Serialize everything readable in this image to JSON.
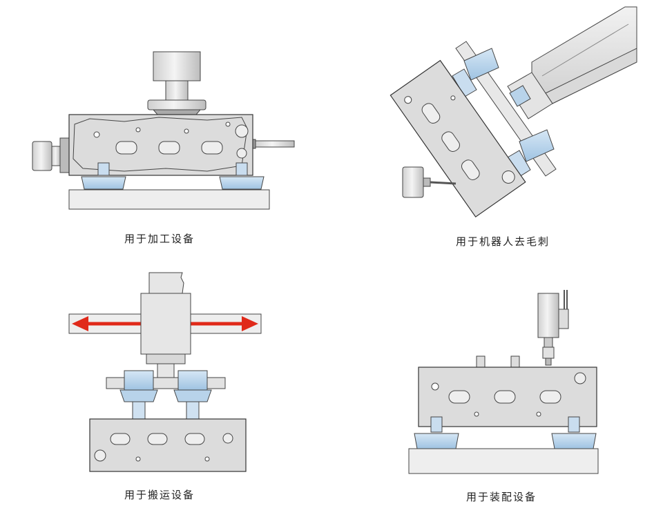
{
  "panels": [
    {
      "id": "machining",
      "caption": "用于加工设备"
    },
    {
      "id": "deburring",
      "caption": "用于机器人去毛刺"
    },
    {
      "id": "handling",
      "caption": "用于搬运设备"
    },
    {
      "id": "assembly",
      "caption": "用于装配设备"
    }
  ],
  "colors": {
    "part": "#dcdcdc",
    "part_stroke": "#333333",
    "clamp": "#b8d3ea",
    "steel": "#e6e6e6",
    "arrow": "#e02a1a",
    "table": "#eeeeee"
  },
  "icons": {
    "arrow": "double-arrow-icon",
    "spindle": "spindle-icon",
    "robot": "robot-arm-icon",
    "gripper": "gripper-icon",
    "nutrunner": "nutrunner-icon"
  }
}
